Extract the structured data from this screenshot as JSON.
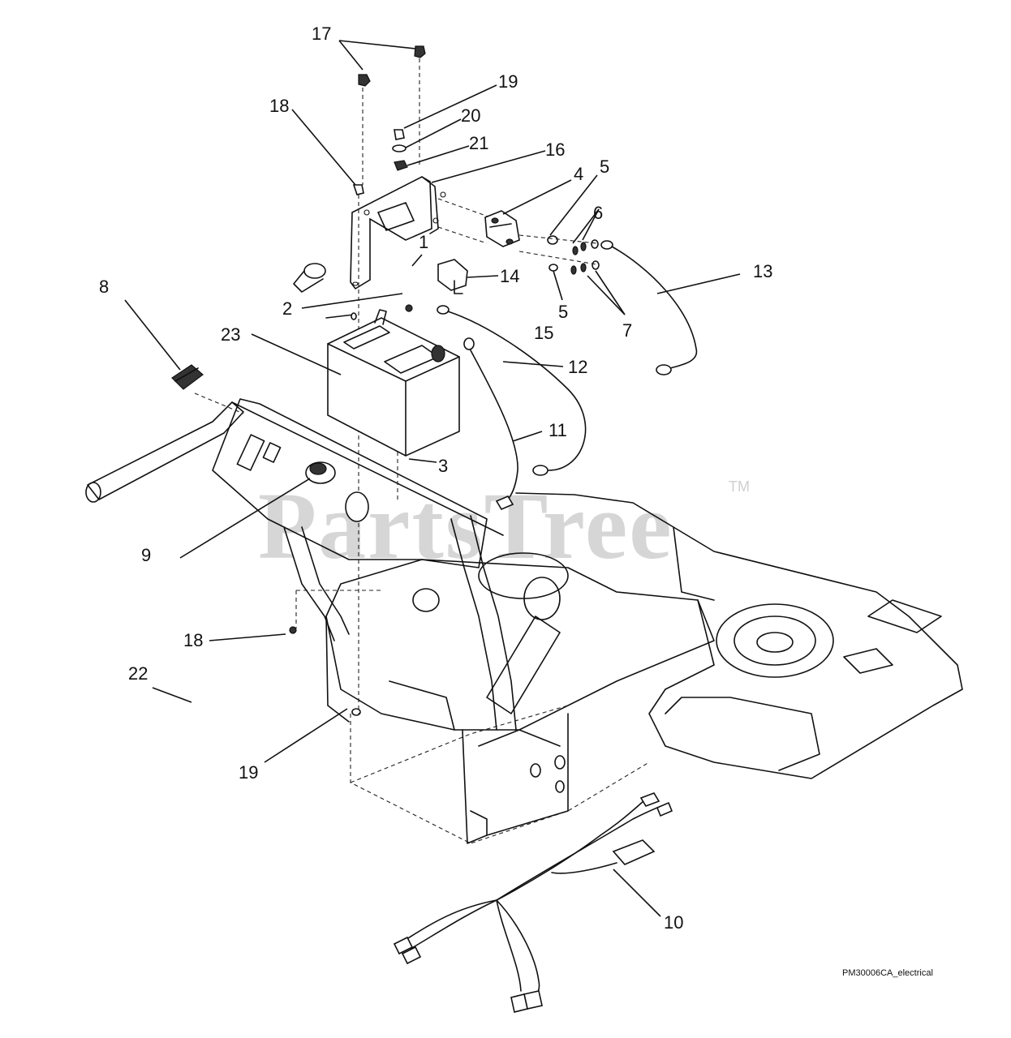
{
  "diagram": {
    "watermark": "PartsTree",
    "trademark": "TM",
    "footer_code": "PM30006CA_electrical",
    "callouts": [
      "1",
      "2",
      "3",
      "4",
      "5",
      "5",
      "6",
      "7",
      "8",
      "9",
      "10",
      "11",
      "12",
      "13",
      "14",
      "15",
      "16",
      "17",
      "18",
      "18",
      "19",
      "19",
      "20",
      "21",
      "22",
      "23"
    ]
  }
}
